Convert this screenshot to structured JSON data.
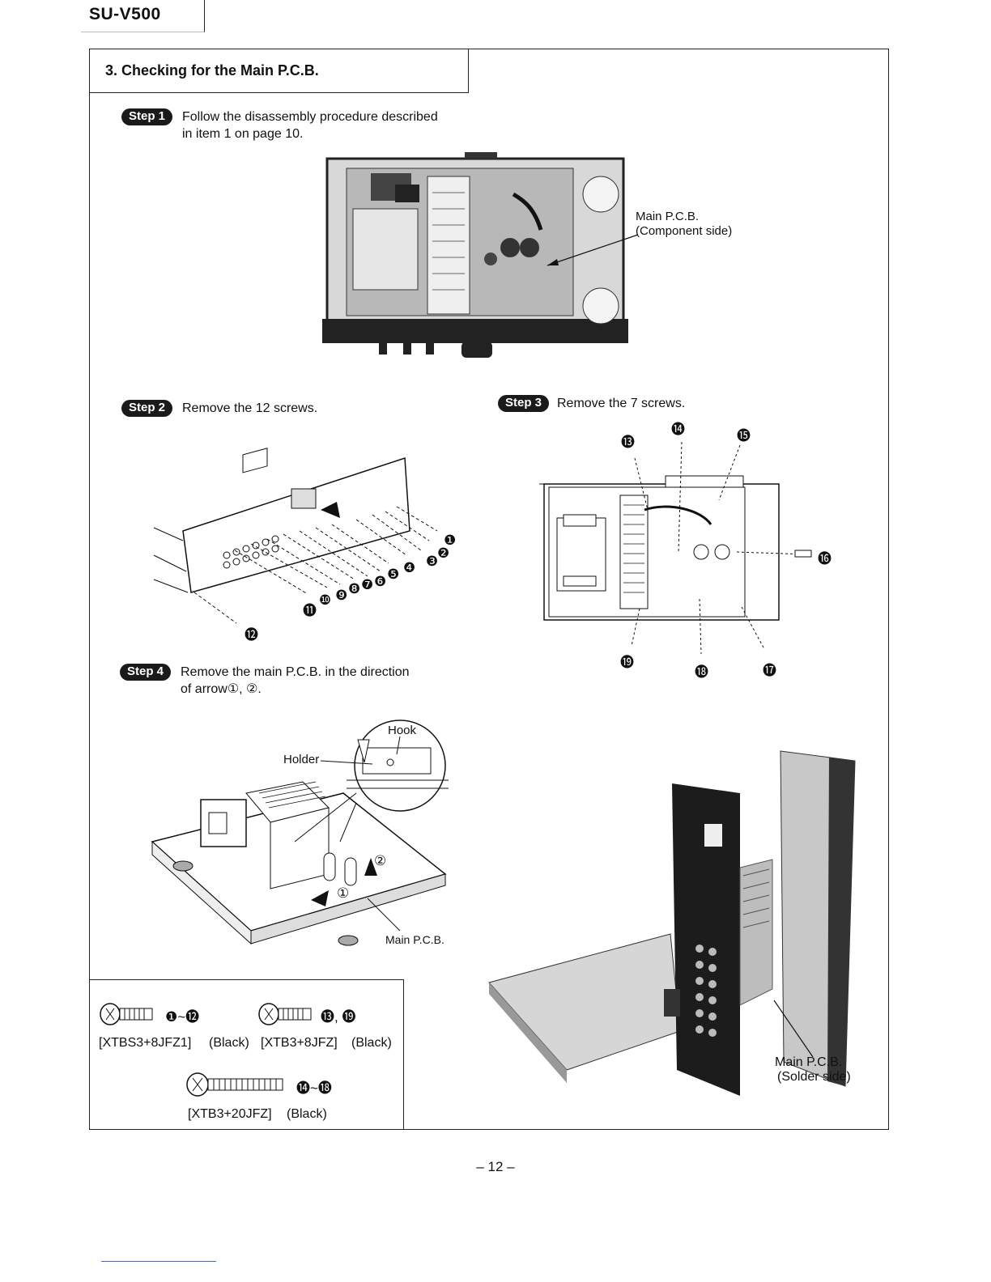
{
  "header": {
    "model": "SU-V500"
  },
  "section": {
    "title": "3. Checking for the Main P.C.B."
  },
  "steps": [
    {
      "badge": "Step 1",
      "text_line1": "Follow the disassembly procedure described",
      "text_line2": "in item 1 on page 10."
    },
    {
      "badge": "Step 2",
      "text_line1": "Remove the 12 screws."
    },
    {
      "badge": "Step 3",
      "text_line1": "Remove the 7 screws."
    },
    {
      "badge": "Step 4",
      "text_line1": "Remove the main P.C.B. in the direction",
      "text_line2": "of arrow①, ②."
    }
  ],
  "figure1": {
    "label_line1": "Main P.C.B.",
    "label_line2": "(Component side)"
  },
  "figure2": {
    "screws": [
      "❶",
      "❷",
      "❸",
      "❹",
      "❺",
      "❻",
      "❼",
      "❽",
      "❾",
      "❿",
      "⓫",
      "⓬"
    ]
  },
  "figure3": {
    "screws": [
      "⓭",
      "⓮",
      "⓯",
      "⓰",
      "⓱",
      "⓲",
      "⓳"
    ]
  },
  "figure4": {
    "hook": "Hook",
    "holder": "Holder",
    "main_pcb": "Main P.C.B.",
    "arrow1": "①",
    "arrow2": "②"
  },
  "figure5": {
    "label_line1": "Main P.C.B.",
    "label_line2": "(Solder side)"
  },
  "screw_table": {
    "a_range": "❶~⓬",
    "a_part": "[XTBS3+8JFZ1]",
    "a_color": "(Black)",
    "b_range": "⓭, ⓳",
    "b_part": "[XTB3+8JFZ]",
    "b_color": "(Black)",
    "c_range": "⓮~⓲",
    "c_part": "[XTB3+20JFZ]",
    "c_color": "(Black)"
  },
  "footer": {
    "page": "– 12 –"
  }
}
